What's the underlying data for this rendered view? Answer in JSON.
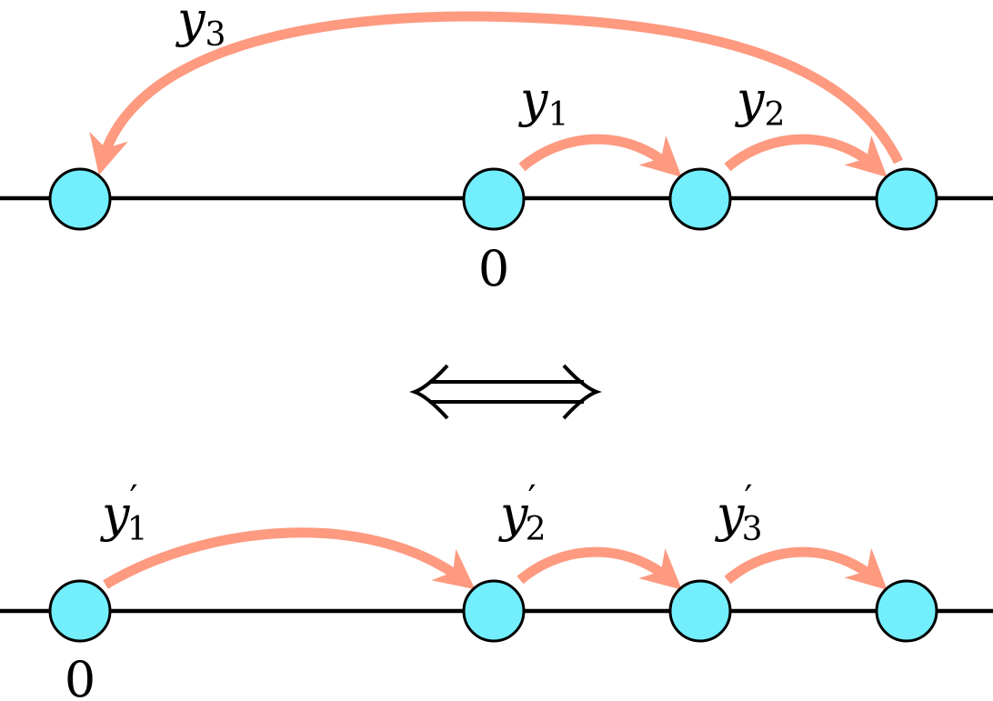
{
  "colors": {
    "node_fill": "#72eefd",
    "node_stroke": "#000000",
    "arrow": "#fd9a80",
    "axis": "#000000"
  },
  "top_row": {
    "origin_label": "0",
    "hops": [
      {
        "var": "y",
        "sub": "1",
        "prime": ""
      },
      {
        "var": "y",
        "sub": "2",
        "prime": ""
      },
      {
        "var": "y",
        "sub": "3",
        "prime": ""
      }
    ]
  },
  "equivalence_symbol": "⟺",
  "bottom_row": {
    "origin_label": "0",
    "hops": [
      {
        "var": "y",
        "sub": "1",
        "prime": "′"
      },
      {
        "var": "y",
        "sub": "2",
        "prime": "′"
      },
      {
        "var": "y",
        "sub": "3",
        "prime": "′"
      }
    ]
  }
}
